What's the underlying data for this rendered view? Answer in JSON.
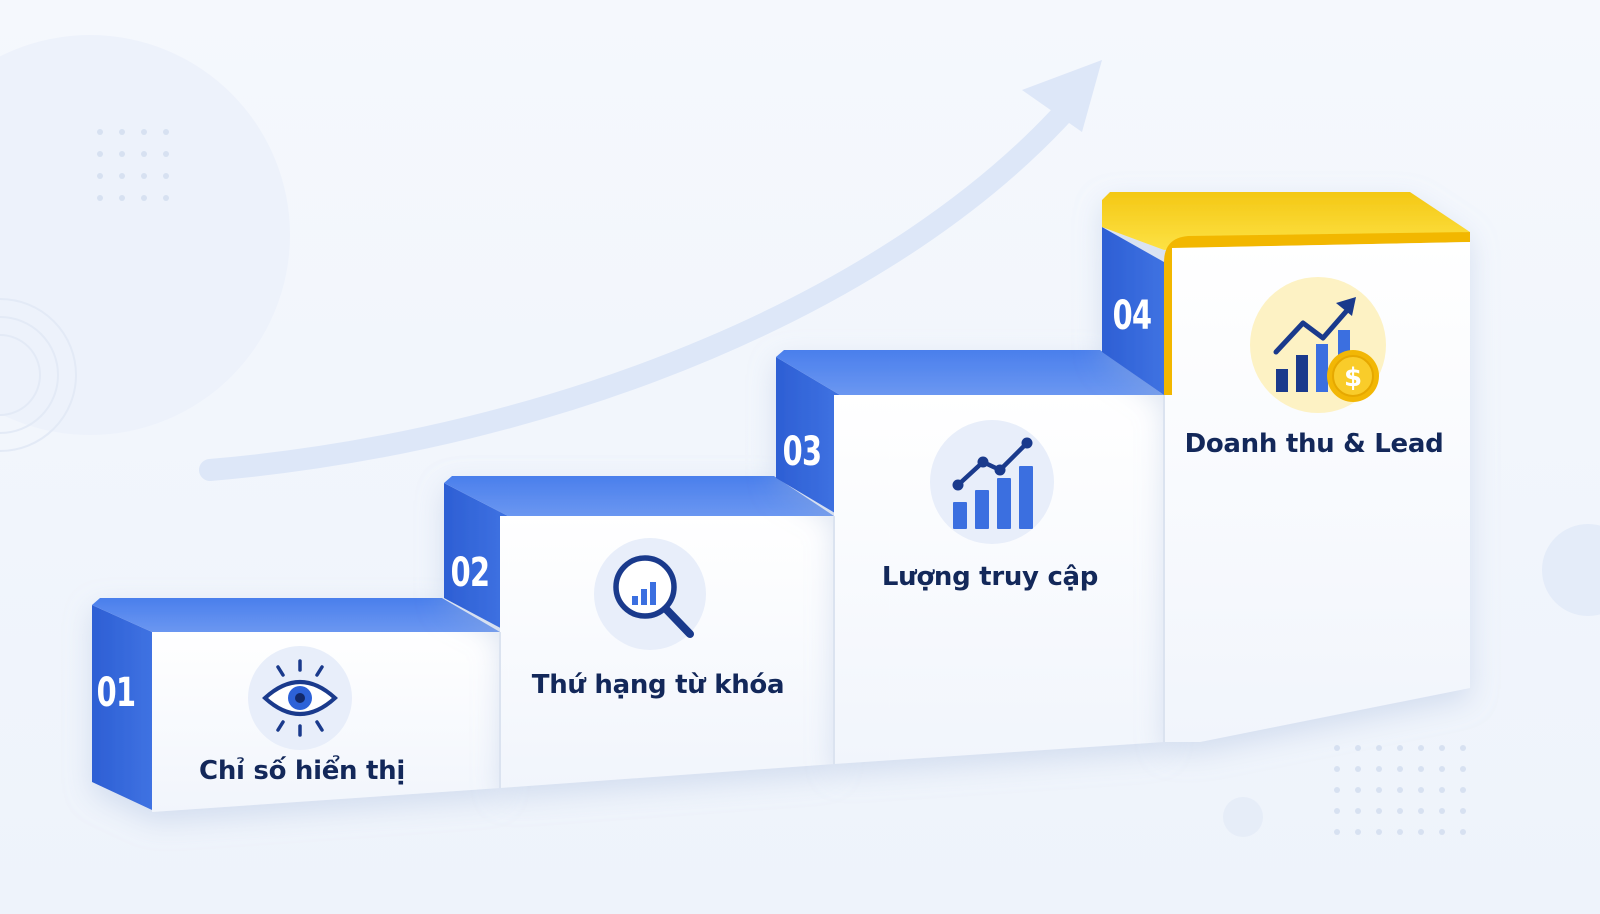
{
  "steps": [
    {
      "number": "01",
      "label": "Chỉ số hiển thị",
      "icon": "eye-icon"
    },
    {
      "number": "02",
      "label": "Thứ hạng từ khóa",
      "icon": "magnifier-chart-icon"
    },
    {
      "number": "03",
      "label": "Lượng truy cập",
      "icon": "growth-chart-icon"
    },
    {
      "number": "04",
      "label": "Doanh thu & Lead",
      "icon": "revenue-chart-icon"
    }
  ],
  "currency_symbol": "$",
  "colors": {
    "blue": "#3b6fe0",
    "blue_light": "#5a8bee",
    "navy": "#1a2f63",
    "yellow": "#f6d21f",
    "gold": "#f2b705",
    "arrow": "#dbe6f8"
  }
}
